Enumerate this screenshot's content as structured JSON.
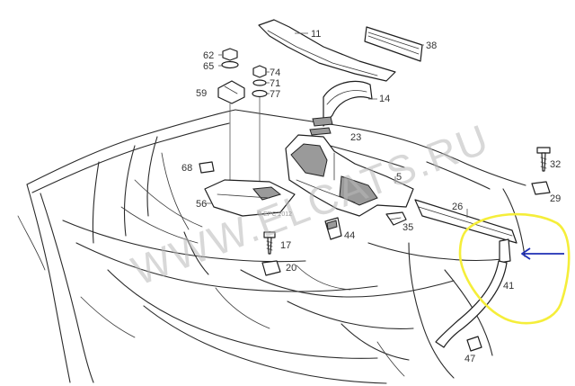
{
  "diagram": {
    "watermark": "WWW.ELCATS.RU",
    "copyright_small": "© EPC 2012",
    "part_numbers": [
      {
        "id": "p11",
        "label": "11"
      },
      {
        "id": "p38",
        "label": "38"
      },
      {
        "id": "p62",
        "label": "62"
      },
      {
        "id": "p65",
        "label": "65"
      },
      {
        "id": "p74",
        "label": "74"
      },
      {
        "id": "p71",
        "label": "71"
      },
      {
        "id": "p77",
        "label": "77"
      },
      {
        "id": "p59",
        "label": "59"
      },
      {
        "id": "p14",
        "label": "14"
      },
      {
        "id": "p23",
        "label": "23"
      },
      {
        "id": "p68",
        "label": "68"
      },
      {
        "id": "p5",
        "label": "5"
      },
      {
        "id": "p32",
        "label": "32"
      },
      {
        "id": "p29",
        "label": "29"
      },
      {
        "id": "p56",
        "label": "56"
      },
      {
        "id": "p26",
        "label": "26"
      },
      {
        "id": "p44",
        "label": "44"
      },
      {
        "id": "p35",
        "label": "35"
      },
      {
        "id": "p17",
        "label": "17"
      },
      {
        "id": "p20",
        "label": "20"
      },
      {
        "id": "p41",
        "label": "41"
      },
      {
        "id": "p47",
        "label": "47"
      }
    ],
    "highlight_color": "#f5ee3a",
    "arrow_color": "#1e2fb5",
    "line_color": "#2a2a2a"
  }
}
